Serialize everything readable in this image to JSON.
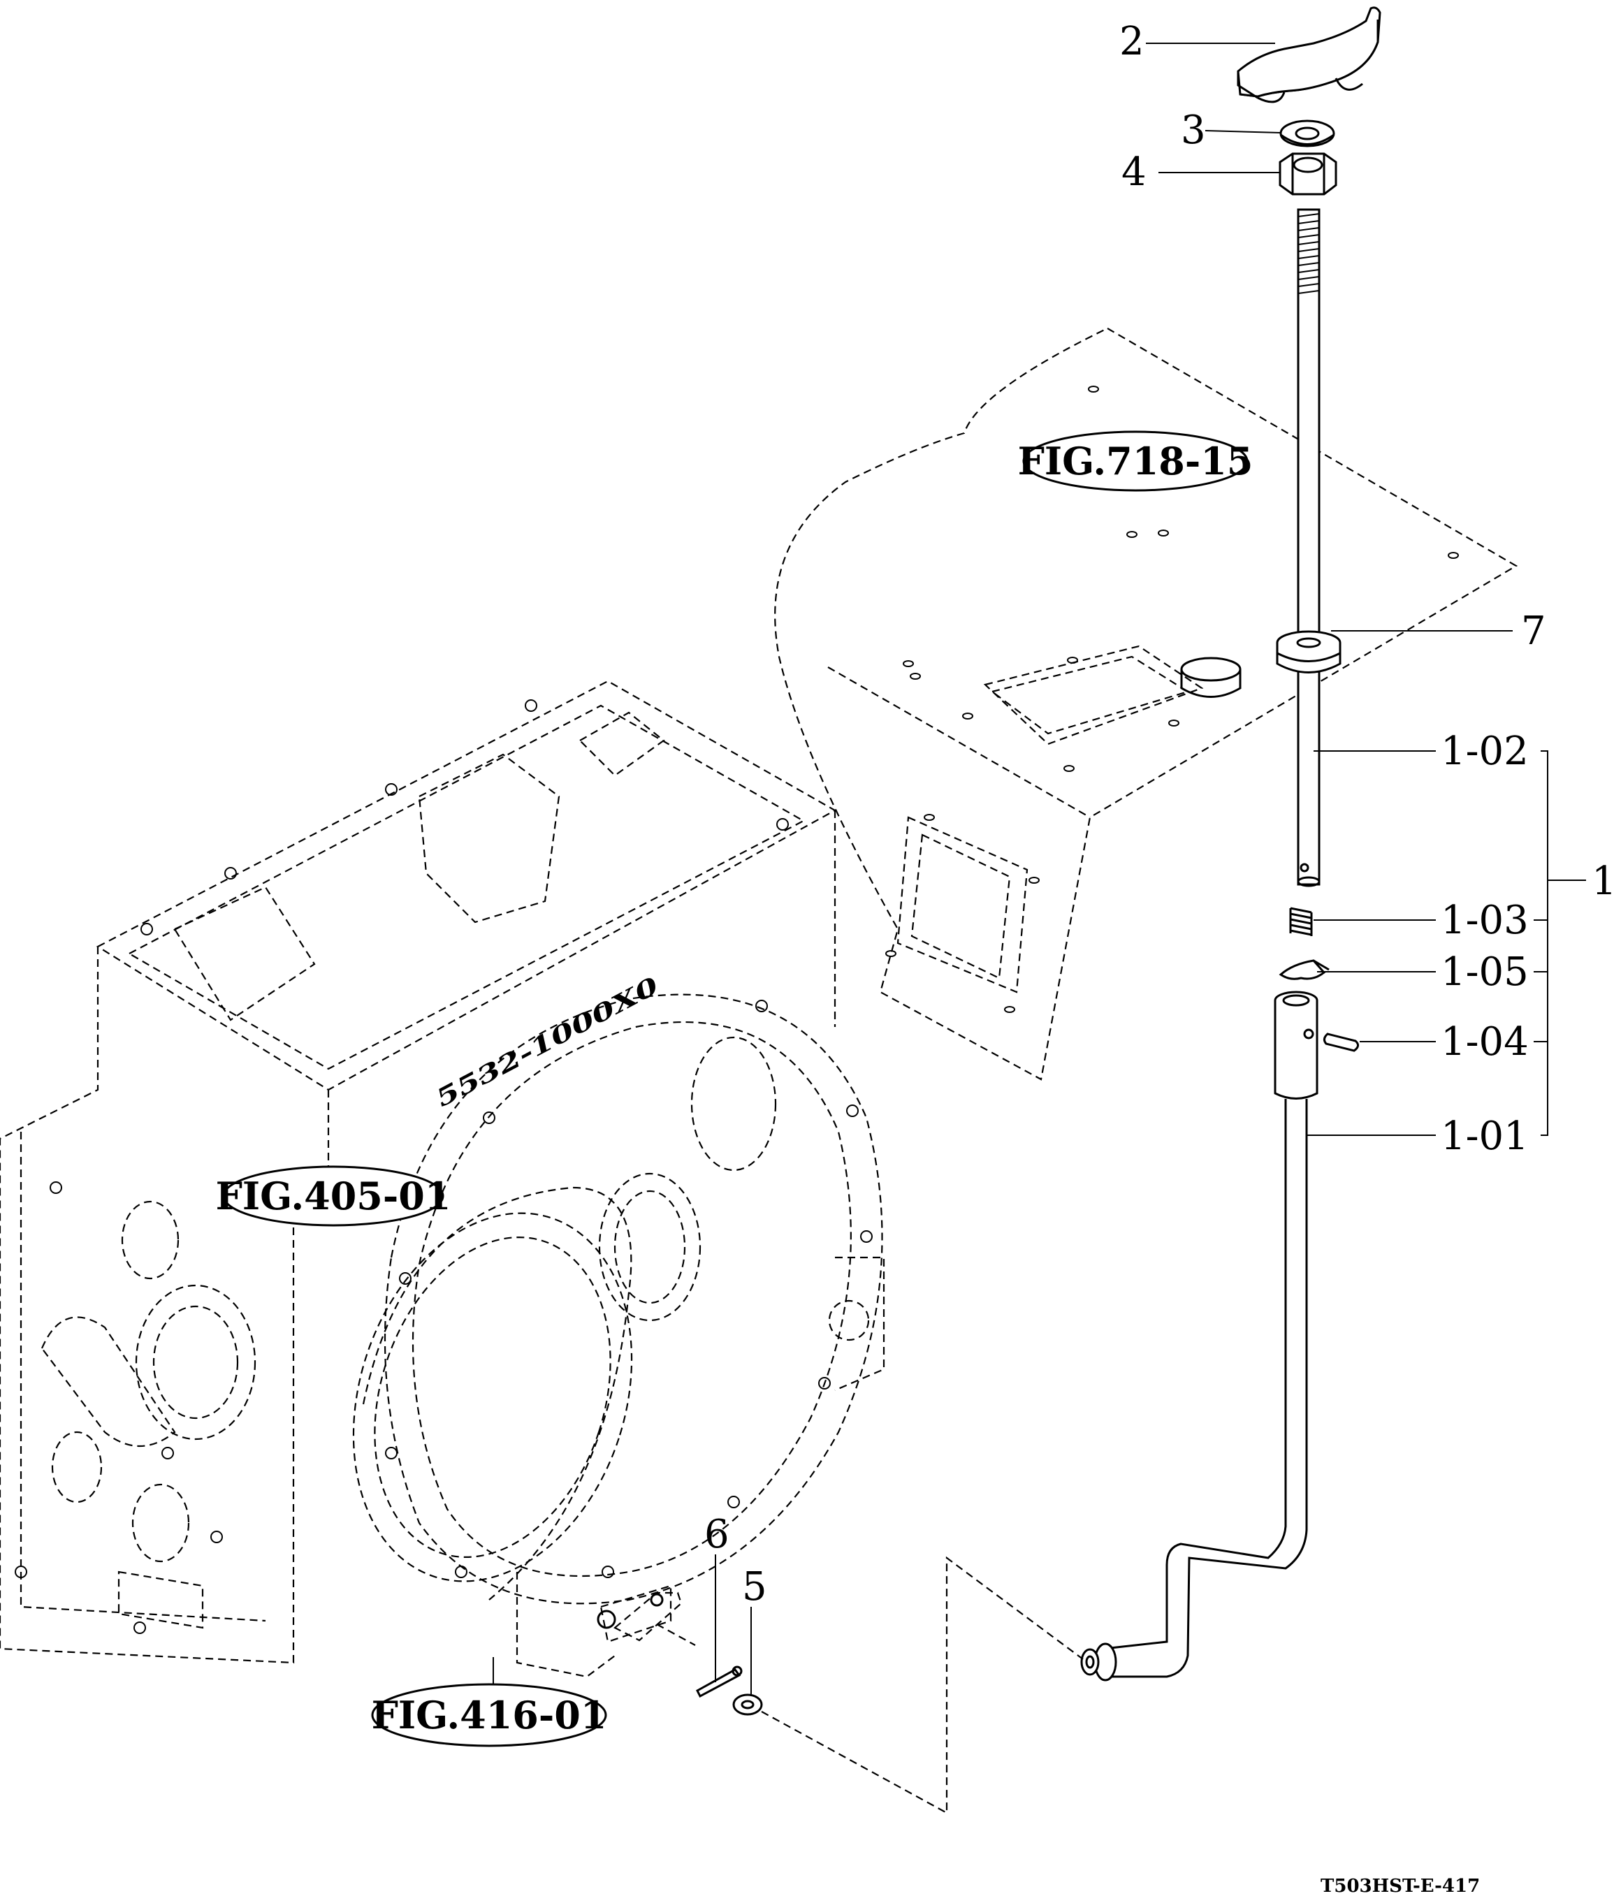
{
  "callouts": {
    "c2": "2",
    "c3": "3",
    "c4": "4",
    "c7": "7",
    "c1_02": "1-02",
    "c1_03": "1-03",
    "c1_05": "1-05",
    "c1_04": "1-04",
    "c1_01": "1-01",
    "c1": "1",
    "c6": "6",
    "c5": "5"
  },
  "figure_refs": {
    "fig718": "FIG.718-15",
    "fig405": "FIG.405-01",
    "fig416": "FIG.416-01"
  },
  "casting_mark": "5532-1000X0",
  "drawing_code": "T503HST-E-417"
}
